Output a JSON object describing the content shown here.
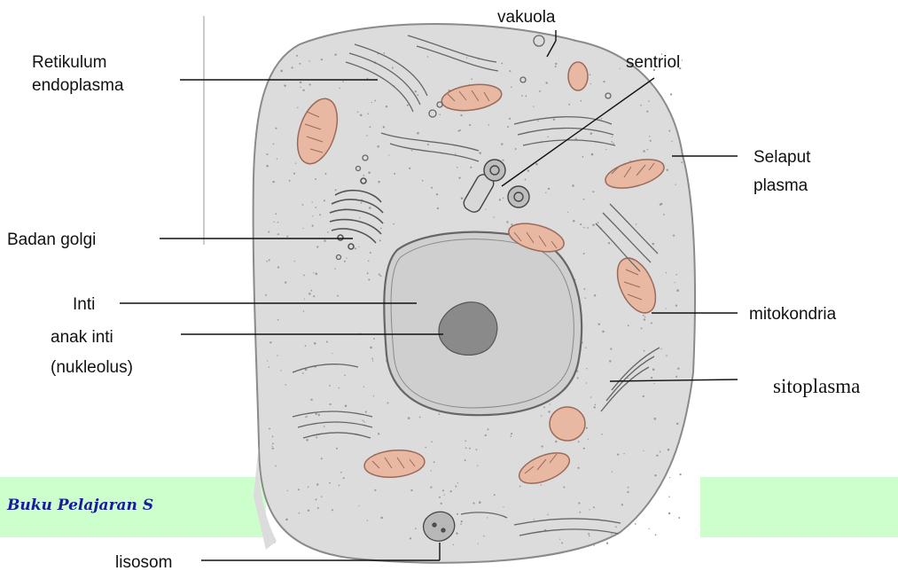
{
  "labels": {
    "retikulum_1": "Retikulum",
    "retikulum_2": "endoplasma",
    "vakuola": "vakuola",
    "sentriol": "sentriol",
    "selaput_1": "Selaput",
    "selaput_2": "plasma",
    "badan_golgi": "Badan golgi",
    "inti": "Inti",
    "anak_inti_1": "anak inti",
    "anak_inti_2": "(nukleolus)",
    "mitokondria": "mitokondria",
    "sitoplasma": "sitoplasma",
    "lisosom": "lisosom"
  },
  "footer": {
    "text": "Buku Pelajaran S"
  },
  "colors": {
    "cell_fill": "#dcdcdc",
    "cell_stroke": "#8a8a8a",
    "organelle_stroke": "#555555",
    "mitochondria_fill": "#e9b8a3",
    "mitochondria_stroke": "#9a6a5a",
    "footer_band": "#ccffcc",
    "footer_text": "#1a1aa0"
  }
}
